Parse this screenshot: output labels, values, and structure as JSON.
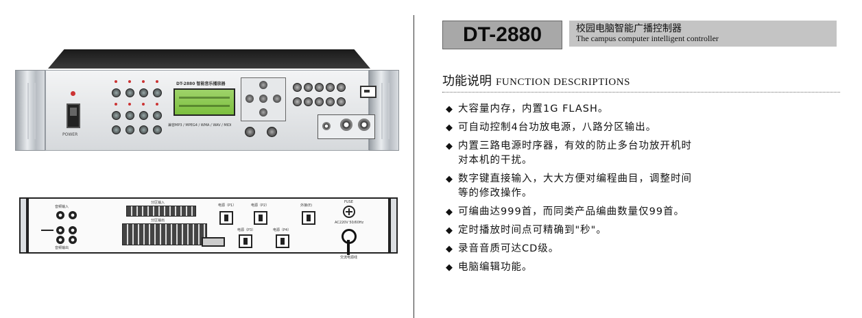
{
  "front_panel": {
    "brand_label": "DT-2880 智能音乐播放器",
    "formats_label": "兼容MP3 / MPEG4 / WMA / WAV / MIDI",
    "power_label": "POWER"
  },
  "rear_panel": {
    "zone_input_label": "分区输入",
    "zone_output_label": "分区输出",
    "audio_input_label": "音频输入",
    "audio_output_label": "音频输出",
    "outlet_p1": "电源（P1）",
    "outlet_p2": "电源（P2）",
    "outlet_p3": "电源（P3）",
    "outlet_p4": "电源（P4）",
    "outlet_ext": "外接(E)",
    "fuse_label": "FUSE",
    "voltage_label": "AC220V 50/60Hz",
    "cord_label": "交流电源线"
  },
  "header": {
    "model": "DT-2880",
    "name_cn": "校园电脑智能广播控制器",
    "name_en": "The campus computer intelligent controller"
  },
  "section": {
    "title_cn": "功能说明",
    "title_en": "FUNCTION DESCRIPTIONS"
  },
  "features": [
    {
      "line1": "大容量内存，内置1G  FLASH。",
      "line2": ""
    },
    {
      "line1": "可自动控制4台功放电源，八路分区输出。",
      "line2": ""
    },
    {
      "line1": "内置三路电源时序器，有效的防止多台功放开机时",
      "line2": "对本机的干扰。"
    },
    {
      "line1": "数字键直接输入，大大方便对编程曲目，调整时间",
      "line2": "等的修改操作。"
    },
    {
      "line1": "可编曲达999首，而同类产品编曲数量仅99首。",
      "line2": ""
    },
    {
      "line1": "定时播放时间点可精确到\"秒\"。",
      "line2": ""
    },
    {
      "line1": "录音音质可达CD级。",
      "line2": ""
    },
    {
      "line1": "电脑编辑功能。",
      "line2": ""
    }
  ]
}
